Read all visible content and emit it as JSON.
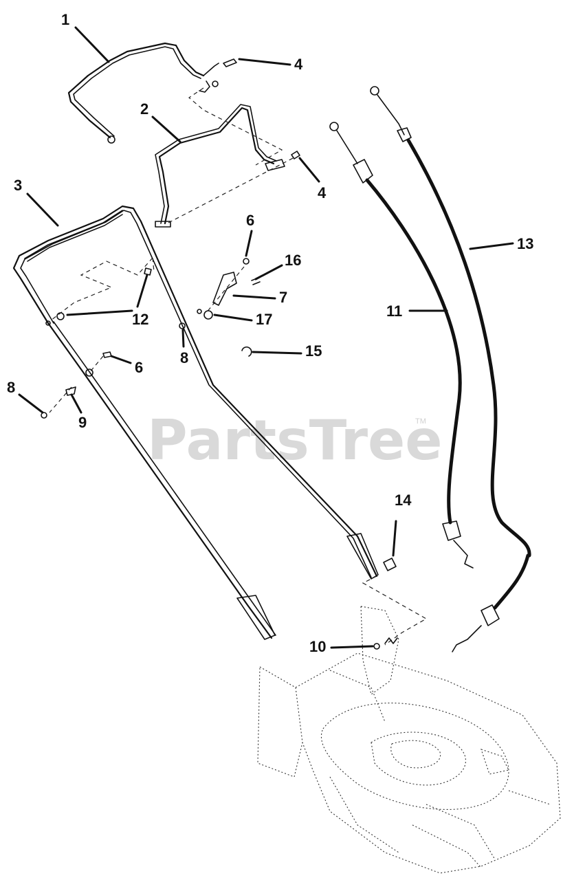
{
  "watermark": {
    "text": "PartsTree",
    "trademark": "TM"
  },
  "callouts": [
    "1",
    "2",
    "3",
    "4",
    "4",
    "6",
    "16",
    "7",
    "17",
    "12",
    "8",
    "15",
    "6",
    "8",
    "9",
    "11",
    "13",
    "14",
    "10"
  ]
}
